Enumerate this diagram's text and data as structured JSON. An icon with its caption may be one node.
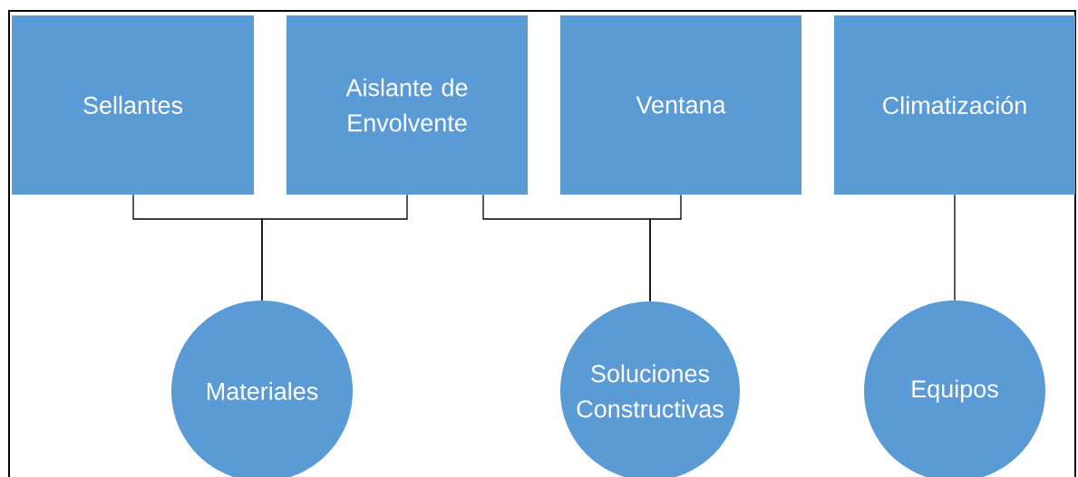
{
  "diagram": {
    "nodes": [
      {
        "text": [
          "Sellantes"
        ]
      },
      {
        "text": [
          "Aislante de Envolvente"
        ]
      },
      {
        "text": [
          "Ventana"
        ]
      },
      {
        "text": [
          "Climatización"
        ]
      },
      {
        "text": [
          "Materiales"
        ]
      },
      {
        "text": [
          "Soluciones Constructivas"
        ]
      },
      {
        "text": [
          "Equipos"
        ]
      }
    ],
    "edges": [
      {
        "from": 0,
        "to": 4,
        "arrow": "none"
      },
      {
        "from": 1,
        "to": 4,
        "arrow": "none"
      },
      {
        "from": 1,
        "to": 5,
        "arrow": "none"
      },
      {
        "from": 2,
        "to": 5,
        "arrow": "none"
      },
      {
        "from": 3,
        "to": 6,
        "arrow": "none"
      }
    ]
  }
}
